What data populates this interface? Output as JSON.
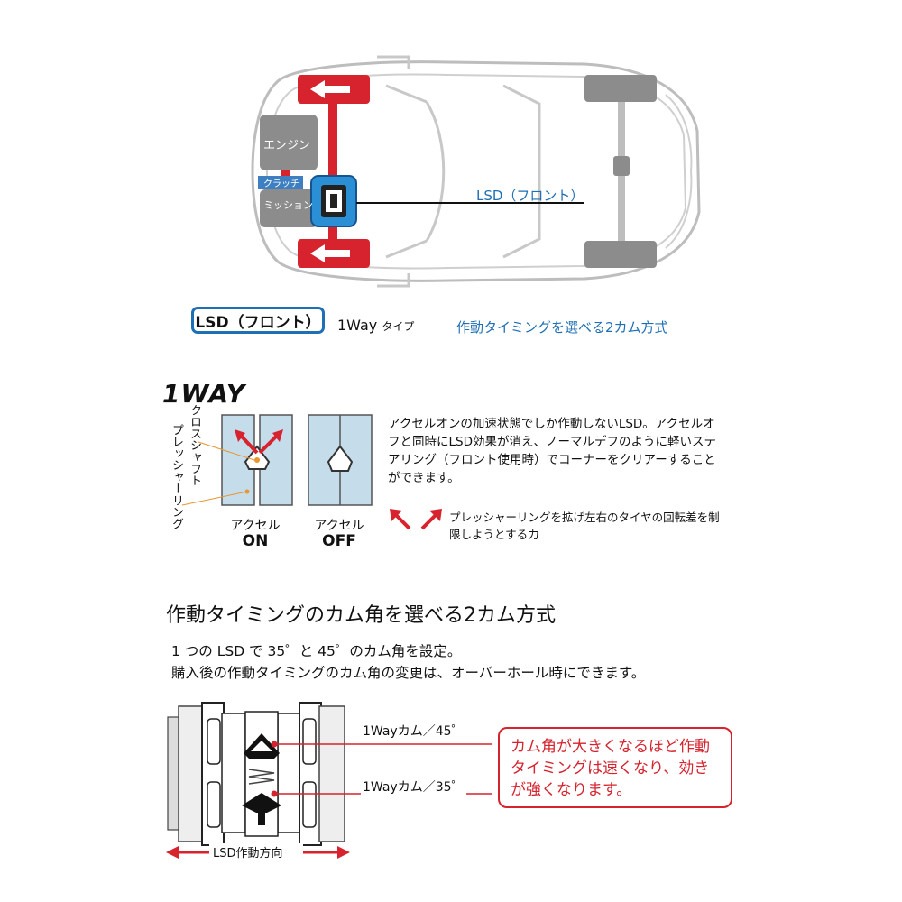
{
  "car_diagram": {
    "engine_label": "エンジン",
    "clutch_label": "クラッチ",
    "mission_label": "ミッション",
    "lsd_front_label": "LSD（フロント）"
  },
  "type_row": {
    "badge": "LSD（フロント）",
    "type_main": "1Way",
    "type_suffix": "タイプ",
    "caption": "作動タイミングを選べる2カム方式"
  },
  "oneway": {
    "title": "1WAY",
    "cross_shaft": "クロスシャフト",
    "pressure_ring": "プレッシャーリング",
    "accel_on_label": "アクセル",
    "accel_on_state": "ON",
    "accel_off_label": "アクセル",
    "accel_off_state": "OFF",
    "desc": "アクセルオンの加速状態でしか作動しないLSD。アクセルオフと同時にLSD効果が消え、ノーマルデフのように軽いステアリング（フロント使用時）でコーナーをクリアーすることができます。",
    "arrow_note": "プレッシャーリングを拡げ左右のタイヤの回転差を制限しようとする力"
  },
  "two_cam": {
    "title": "作動タイミングのカム角を選べる2カム方式",
    "p1": "1 つの LSD で 35゜と 45゜のカム角を設定。",
    "p2": "購入後の作動タイミングのカム角の変更は、オーバーホール時にできます。",
    "cam45": "1Wayカム／45゜",
    "cam35": "1Wayカム／35゜",
    "direction": "LSD作動方向",
    "note": "カム角が大きくなるほど作動タイミングは速くなり、効きが強くなります。"
  },
  "colors": {
    "red": "#d6232e",
    "blue": "#1f6fb4",
    "lightblue": "#c5dcea",
    "grey": "#8c8c8c"
  }
}
